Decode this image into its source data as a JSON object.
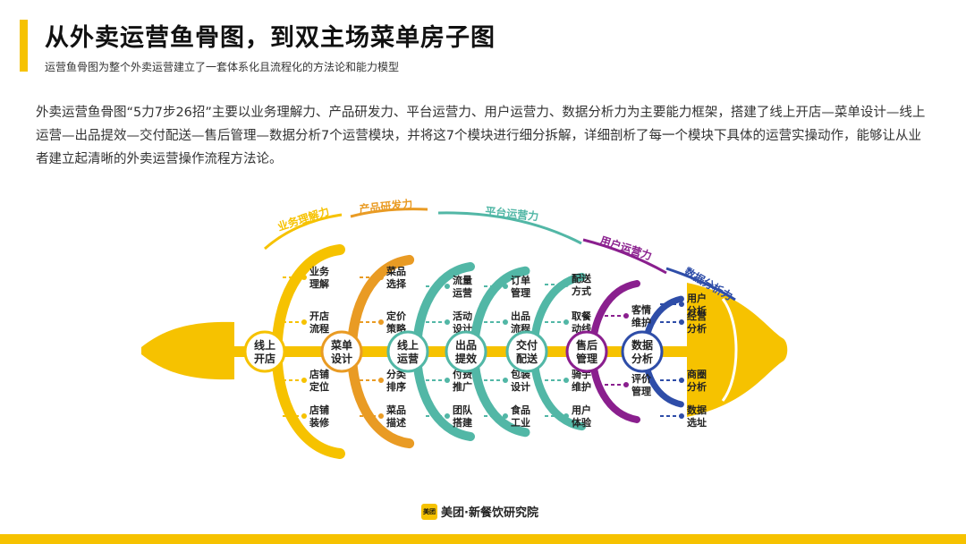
{
  "header": {
    "title": "从外卖运营鱼骨图，到双主场菜单房子图",
    "subtitle": "运营鱼骨图为整个外卖运营建立了一套体系化且流程化的方法论和能力模型"
  },
  "intro": "外卖运营鱼骨图“5力7步26招”主要以业务理解力、产品研发力、平台运营力、用户运营力、数据分析力为主要能力框架，搭建了线上开店—菜单设计—线上运营—出品提效—交付配送—售后管理—数据分析7个运营模块，并将这7个模块进行细分拆解，详细剖析了每一个模块下具体的运营实操动作，能够让从业者建立起清晰的外卖运营操作流程方法论。",
  "colors": {
    "yellow": "#f6c200",
    "orange": "#e99b24",
    "teal": "#52b7a6",
    "purple": "#8a1f8e",
    "blue": "#2e4da8"
  },
  "capabilities": [
    {
      "label": "业务理解力",
      "color": "#f6c200"
    },
    {
      "label": "产品研发力",
      "color": "#e99b24"
    },
    {
      "label": "平台运营力",
      "color": "#52b7a6"
    },
    {
      "label": "用户运营力",
      "color": "#8a1f8e"
    },
    {
      "label": "数据分析力",
      "color": "#2e4da8"
    }
  ],
  "modules": [
    {
      "line1": "线上",
      "line2": "开店",
      "color": "#f6c200",
      "top": [
        [
          "业务",
          "理解"
        ],
        [
          "开店",
          "流程"
        ]
      ],
      "bottom": [
        [
          "店铺",
          "定位"
        ],
        [
          "店铺",
          "装修"
        ]
      ]
    },
    {
      "line1": "菜单",
      "line2": "设计",
      "color": "#e99b24",
      "top": [
        [
          "菜品",
          "选择"
        ],
        [
          "定价",
          "策略"
        ]
      ],
      "bottom": [
        [
          "分类",
          "排序"
        ],
        [
          "菜品",
          "描述"
        ]
      ]
    },
    {
      "line1": "线上",
      "line2": "运营",
      "color": "#52b7a6",
      "top": [
        [
          "流量",
          "运营"
        ],
        [
          "活动",
          "设计"
        ]
      ],
      "bottom": [
        [
          "付费",
          "推广"
        ],
        [
          "团队",
          "搭建"
        ]
      ]
    },
    {
      "line1": "出品",
      "line2": "提效",
      "color": "#52b7a6",
      "top": [
        [
          "订单",
          "管理"
        ],
        [
          "出品",
          "流程"
        ]
      ],
      "bottom": [
        [
          "包装",
          "设计"
        ],
        [
          "食品",
          "工业"
        ]
      ]
    },
    {
      "line1": "交付",
      "line2": "配送",
      "color": "#52b7a6",
      "top": [
        [
          "配送",
          "方式"
        ],
        [
          "取餐",
          "动线"
        ]
      ],
      "bottom": [
        [
          "骑手",
          "维护"
        ],
        [
          "用户",
          "体验"
        ]
      ]
    },
    {
      "line1": "售后",
      "line2": "管理",
      "color": "#8a1f8e",
      "top": [
        [
          "客情",
          "维护"
        ]
      ],
      "bottom": [
        [
          "评价",
          "管理"
        ]
      ]
    },
    {
      "line1": "数据",
      "line2": "分析",
      "color": "#2e4da8",
      "top": [
        [
          "用户",
          "分析"
        ],
        [
          "经营",
          "分析"
        ]
      ],
      "bottom": [
        [
          "商圈",
          "分析"
        ],
        [
          "数据",
          "选址"
        ]
      ]
    }
  ],
  "footer": {
    "logo_badge": "美团",
    "logo_text": "美团·新餐饮研究院"
  }
}
